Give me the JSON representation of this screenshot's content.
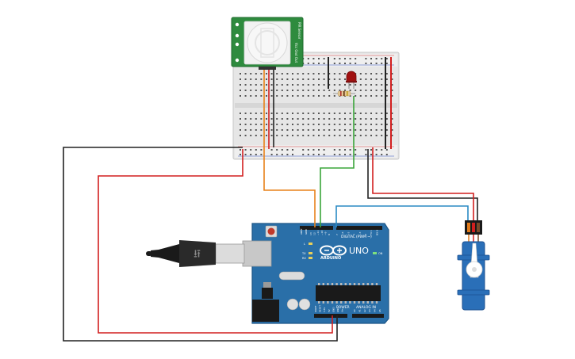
{
  "pir": {
    "side_text_top": "PIR Sensor",
    "side_text_bottom": "Vcc Gnd Out"
  },
  "arduino": {
    "brand": "ARDUINO",
    "model": "UNO",
    "digital_label": "DIGITAL (PWM ~)",
    "power_label": "POWER",
    "analog_label": "ANALOG IN",
    "aref": "AREF",
    "gnd": "GND",
    "led_l": "L",
    "led_tx": "TX",
    "led_rx": "RX",
    "on": "ON",
    "digital_pins": [
      "13",
      "12",
      "~11",
      "~10",
      "~9",
      "8",
      "7",
      "~6",
      "~5",
      "4",
      "~3",
      "2",
      "TX 1",
      "RX 0"
    ],
    "power_pins": [
      "IOREF",
      "RESET",
      "3.3V",
      "5V",
      "GND",
      "GND",
      "Vin"
    ],
    "analog_pins": [
      "A0",
      "A1",
      "A2",
      "A3",
      "A4",
      "A5"
    ]
  },
  "colors": {
    "board": "#2a6fa8",
    "breadboard": "#e9e9e9",
    "pir_board": "#2e8b3e",
    "wire_black": "#222222",
    "wire_red": "#d21f1f",
    "wire_orange": "#e8821a",
    "wire_green": "#3aa53a",
    "wire_blue": "#2a8ac4",
    "servo": "#2a6fb8",
    "led": "#a01010"
  }
}
